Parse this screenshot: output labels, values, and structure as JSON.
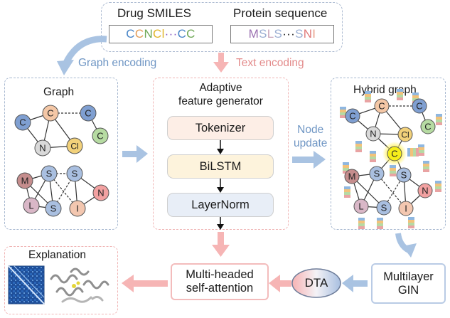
{
  "inputs": {
    "drug_title": "Drug SMILES",
    "protein_title": "Protein sequence",
    "smiles_parts": [
      {
        "t": "C",
        "c": "#4a86c8"
      },
      {
        "t": "C",
        "c": "#e39c58"
      },
      {
        "t": "N",
        "c": "#6fa856"
      },
      {
        "t": "Cl",
        "c": "#e1b62c"
      },
      {
        "t": "···",
        "c": "#8a5cc4"
      },
      {
        "t": "C",
        "c": "#4a86c8"
      },
      {
        "t": "C",
        "c": "#6fa856"
      }
    ],
    "protein_parts": [
      {
        "t": "M",
        "c": "#9a6fb0"
      },
      {
        "t": "S",
        "c": "#9aaed2"
      },
      {
        "t": "L",
        "c": "#c9a3b8"
      },
      {
        "t": "S",
        "c": "#9aaed2"
      },
      {
        "t": "···",
        "c": "#222222"
      },
      {
        "t": "S",
        "c": "#9aaed2"
      },
      {
        "t": "N",
        "c": "#e07a7a"
      },
      {
        "t": "I",
        "c": "#e8a08a"
      }
    ]
  },
  "arrows": {
    "graph_encoding": "Graph encoding",
    "text_encoding": "Text encoding",
    "node_update": "Node\nupdate"
  },
  "graph_panel": {
    "title": "Graph"
  },
  "generator": {
    "title": "Adaptive\nfeature generator",
    "steps": [
      "Tokenizer",
      "BiLSTM",
      "LayerNorm"
    ],
    "step_colors": [
      "#fdeee6",
      "#fdf3dc",
      "#e8eef7"
    ]
  },
  "hybrid_panel": {
    "title": "Hybrid graph"
  },
  "explanation": {
    "title": "Explanation"
  },
  "bottom": {
    "attention": "Multi-headed\nself-attention",
    "dta": "DTA",
    "gin": "Multilayer\nGIN"
  },
  "colors": {
    "blue_dash": "#9fb4cf",
    "pink_dash": "#f0b7b7",
    "arrow_blue": "#a9c3e2",
    "arrow_pink": "#f6b5b5",
    "label_blue": "#6f96c4",
    "label_pink": "#e38b8b",
    "node_C": "#7f9fd1",
    "node_C2": "#f4c7a6",
    "node_N": "#d9d9d9",
    "node_Cl": "#f2d17a",
    "node_Cg": "#b6dba2",
    "node_M": "#c58d8d",
    "node_S": "#a9bfe0",
    "node_L": "#d9b7c7",
    "node_red": "#f2a1a1",
    "node_I": "#f3c7b0",
    "highlight": "#f6ee1b"
  },
  "nodes": {
    "drug": [
      {
        "id": "C1",
        "label": "C",
        "color": "node_C"
      },
      {
        "id": "C2",
        "label": "C",
        "color": "node_C2"
      },
      {
        "id": "C3",
        "label": "C",
        "color": "node_C"
      },
      {
        "id": "N",
        "label": "N",
        "color": "node_N"
      },
      {
        "id": "Cl",
        "label": "Cl",
        "color": "node_Cl"
      },
      {
        "id": "C4",
        "label": "C",
        "color": "node_Cg"
      }
    ],
    "protein": [
      {
        "id": "M",
        "label": "M",
        "color": "node_M"
      },
      {
        "id": "S1",
        "label": "S",
        "color": "node_S"
      },
      {
        "id": "S2",
        "label": "S",
        "color": "node_S"
      },
      {
        "id": "L",
        "label": "L",
        "color": "node_L"
      },
      {
        "id": "S3",
        "label": "S",
        "color": "node_S"
      },
      {
        "id": "I",
        "label": "I",
        "color": "node_I"
      },
      {
        "id": "Nr",
        "label": "N",
        "color": "node_red"
      }
    ],
    "hybrid_extra": [
      {
        "id": "Cy",
        "label": "C",
        "color": "highlight"
      }
    ]
  }
}
